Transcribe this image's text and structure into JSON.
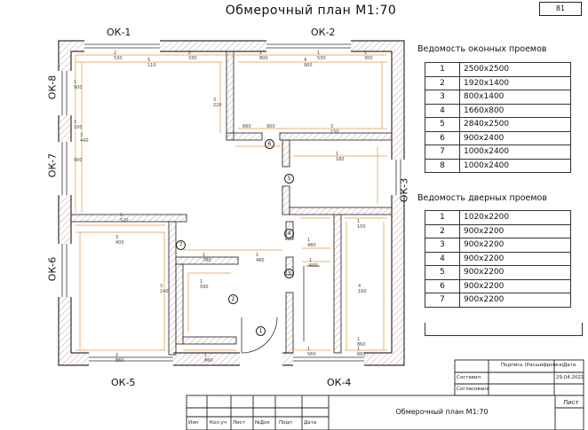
{
  "title": "Обмерочный план М1:70",
  "sheet_number": "81",
  "windows": {
    "heading": "Ведомость оконных проемов",
    "rows": [
      {
        "n": "1",
        "size": "2500x2500"
      },
      {
        "n": "2",
        "size": "1920x1400"
      },
      {
        "n": "3",
        "size": "800x1400"
      },
      {
        "n": "4",
        "size": "1660x800"
      },
      {
        "n": "5",
        "size": "2840x2500"
      },
      {
        "n": "6",
        "size": "900x2400"
      },
      {
        "n": "7",
        "size": "1000x2400"
      },
      {
        "n": "8",
        "size": "1000x2400"
      }
    ]
  },
  "doors": {
    "heading": "Ведомость дверных проемов",
    "rows": [
      {
        "n": "1",
        "size": "1020x2200"
      },
      {
        "n": "2",
        "size": "900x2200"
      },
      {
        "n": "3",
        "size": "900x2200"
      },
      {
        "n": "4",
        "size": "900x2200"
      },
      {
        "n": "5",
        "size": "900x2200"
      },
      {
        "n": "6",
        "size": "900x2200"
      },
      {
        "n": "7",
        "size": "900x2200"
      }
    ]
  },
  "window_labels": {
    "ok1": "ОК-1",
    "ok2": "ОК-2",
    "ok3": "ОК-3",
    "ok4": "ОК-4",
    "ok5": "ОК-5",
    "ok6": "ОК-6",
    "ok7": "ОК-7",
    "ok8": "ОК-8"
  },
  "door_markers": [
    "1",
    "2",
    "3",
    "4",
    "5",
    "6",
    "7"
  ],
  "dimensions": {
    "top_a": "2 530",
    "top_b": "2 330",
    "top_c": "1 800",
    "top_d": "1 530",
    "top_e": "1 300",
    "top_total_l": "5 110",
    "top_total_r": "4 900",
    "mid_1": "3 220",
    "mid_2": "3 150",
    "mid_3": "900",
    "mid_4": "660",
    "mid_5": "1 180",
    "mid_6": "1 520",
    "mid_7": "3 400",
    "mid_8": "1 780",
    "mid_9": "1 480",
    "mid_10": "1 600",
    "mid_11": "1 480",
    "mid_12": "1 100",
    "mid_13": "1 590",
    "mid_14": "4 160",
    "bot_1": "2 860",
    "bot_2": "1 860",
    "bot_3": "1 560",
    "bot_4": "1 660",
    "bot_5": "1 860",
    "left_1": "1 900",
    "left_2": "1 100",
    "left_3": "3 440",
    "left_4": "900",
    "left_5": "3 140"
  },
  "stamp": {
    "signature_label": "Подпись (Расшифровка)",
    "date_label": "Дата",
    "row1": "Составил",
    "row2": "Согласовано",
    "date": "29.04.2021",
    "drawing_name": "Обмерочный план М1:70",
    "sheet_label": "Лист",
    "cols": [
      "Изм",
      "Кол.уч",
      "Лист",
      "№Док",
      "Подп",
      "Дата"
    ]
  }
}
